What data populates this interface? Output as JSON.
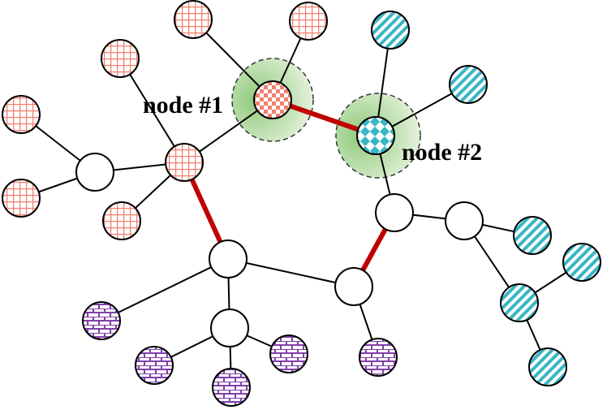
{
  "labels": {
    "node1": "node #1",
    "node2": "node #2"
  },
  "colors": {
    "grid_fill": "#f08070",
    "checker_fill": "#f08070",
    "stripe_fill": "#38b6c4",
    "brick_fill": "#8040a8",
    "cross_fill": "#38b6c4",
    "highlight_edge": "#c00000",
    "halo": "#8fc87a",
    "edge": "#000000"
  },
  "graph": {
    "nodes": [
      {
        "id": "g1",
        "kind": "grid"
      },
      {
        "id": "g2",
        "kind": "grid"
      },
      {
        "id": "g3",
        "kind": "grid"
      },
      {
        "id": "g4",
        "kind": "grid"
      },
      {
        "id": "g5",
        "kind": "grid"
      },
      {
        "id": "g6",
        "kind": "grid"
      },
      {
        "id": "g7",
        "kind": "grid"
      },
      {
        "id": "n1",
        "kind": "checker",
        "highlight": true
      },
      {
        "id": "w1",
        "kind": "empty"
      },
      {
        "id": "w2",
        "kind": "empty"
      },
      {
        "id": "w3",
        "kind": "empty"
      },
      {
        "id": "w4",
        "kind": "empty"
      },
      {
        "id": "w5",
        "kind": "empty"
      },
      {
        "id": "w6",
        "kind": "empty"
      },
      {
        "id": "n2",
        "kind": "cross",
        "highlight": true
      },
      {
        "id": "s1",
        "kind": "stripe"
      },
      {
        "id": "s2",
        "kind": "stripe"
      },
      {
        "id": "s3",
        "kind": "stripe"
      },
      {
        "id": "s4",
        "kind": "stripe"
      },
      {
        "id": "s5",
        "kind": "stripe"
      },
      {
        "id": "s6",
        "kind": "stripe"
      },
      {
        "id": "b1",
        "kind": "brick"
      },
      {
        "id": "b2",
        "kind": "brick"
      },
      {
        "id": "b3",
        "kind": "brick"
      },
      {
        "id": "b4",
        "kind": "brick"
      },
      {
        "id": "b5",
        "kind": "brick"
      }
    ],
    "edges": [
      {
        "from": "g1",
        "to": "n1"
      },
      {
        "from": "g2",
        "to": "n1"
      },
      {
        "from": "g3",
        "to": "g7"
      },
      {
        "from": "g4",
        "to": "w1"
      },
      {
        "from": "g5",
        "to": "w1"
      },
      {
        "from": "w1",
        "to": "g7"
      },
      {
        "from": "g6",
        "to": "g7"
      },
      {
        "from": "g7",
        "to": "n1"
      },
      {
        "from": "g7",
        "to": "w2",
        "highlight": true
      },
      {
        "from": "n1",
        "to": "n2",
        "highlight": true
      },
      {
        "from": "s1",
        "to": "n2"
      },
      {
        "from": "s2",
        "to": "n2"
      },
      {
        "from": "n2",
        "to": "w4"
      },
      {
        "from": "w4",
        "to": "w5"
      },
      {
        "from": "w5",
        "to": "s3"
      },
      {
        "from": "w5",
        "to": "s5"
      },
      {
        "from": "s5",
        "to": "s4"
      },
      {
        "from": "s5",
        "to": "s6"
      },
      {
        "from": "w4",
        "to": "w3",
        "highlight": true
      },
      {
        "from": "w2",
        "to": "w3"
      },
      {
        "from": "w2",
        "to": "w6"
      },
      {
        "from": "w2",
        "to": "b1"
      },
      {
        "from": "w6",
        "to": "b2"
      },
      {
        "from": "w6",
        "to": "b3"
      },
      {
        "from": "w6",
        "to": "b4"
      },
      {
        "from": "w3",
        "to": "b5"
      }
    ]
  }
}
